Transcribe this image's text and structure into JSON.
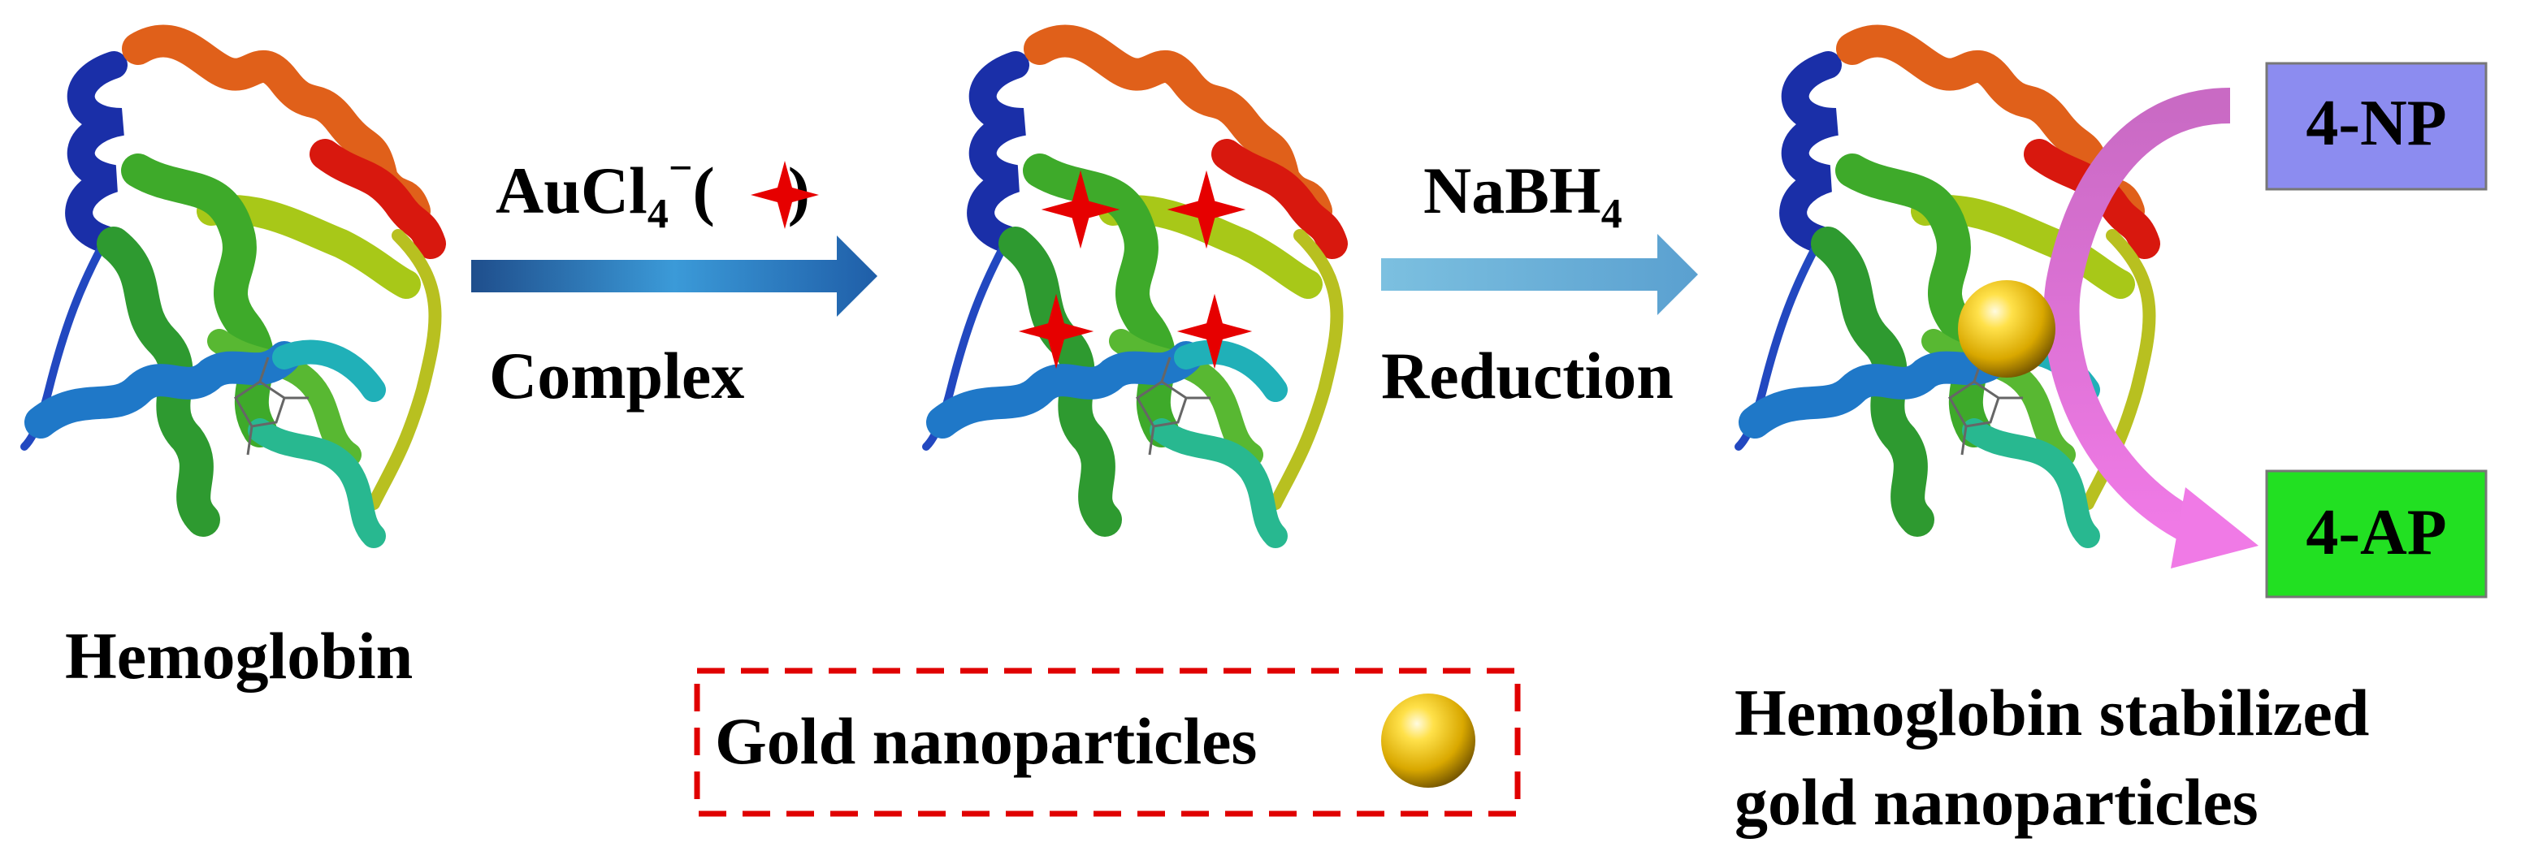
{
  "steps": {
    "step1_top": "AuCl",
    "step1_sub": "4",
    "step1_sup": "−",
    "step1_open": "(",
    "step1_close": ")",
    "step1_bottom": "Complex",
    "step2_top": "NaBH",
    "step2_sub": "4",
    "step2_bottom": "Reduction"
  },
  "captions": {
    "left": "Hemoglobin",
    "right_line1": "Hemoglobin stabilized",
    "right_line2": "gold nanoparticles"
  },
  "legend": {
    "label": "Gold nanoparticles"
  },
  "boxes": {
    "reactant": "4-NP",
    "product": "4-AP",
    "reactant_color": "#8c8cf0",
    "product_color": "#22e022"
  },
  "colors": {
    "arrow1": "#2a6eb5",
    "arrow2": "#6fb3d6",
    "star": "#e60000",
    "gold": "#e0b000",
    "catalysis_arrow": "#e07ad8"
  }
}
